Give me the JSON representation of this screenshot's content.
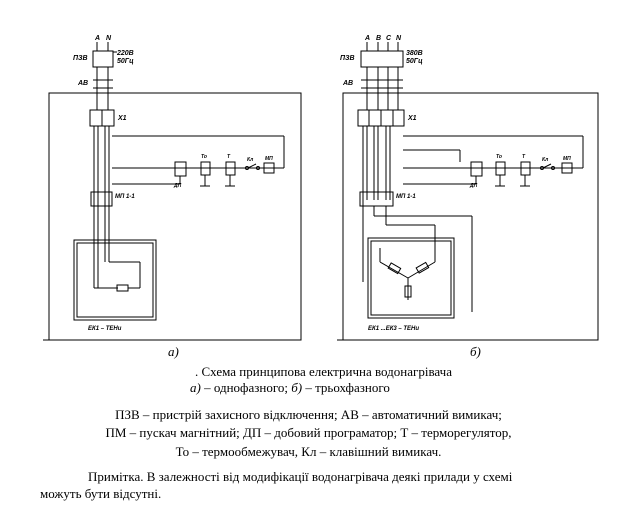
{
  "diagram_a": {
    "pzv_label": "ПЗВ",
    "av_label": "АВ",
    "phase_a": "А",
    "neutral": "N",
    "voltage": "220В",
    "freq": "50Гц",
    "x1": "Х1",
    "contactor": "МП 1-1",
    "dp": "ДП",
    "to": "То",
    "t": "Т",
    "kl": "Кл",
    "mp": "МП",
    "heater": "ЕК1 – ТЕНи",
    "fig": "а)"
  },
  "diagram_b": {
    "pzv_label": "ПЗВ",
    "av_label": "АВ",
    "phase_a": "А",
    "phase_b": "В",
    "phase_c": "С",
    "neutral": "N",
    "voltage": "380В",
    "freq": "50Гц",
    "x1": "Х1",
    "contactor": "МП 1-1",
    "dp": "ДП",
    "to": "То",
    "t": "Т",
    "kl": "Кл",
    "mp": "МП",
    "heater": "ЕК1 ...ЕК3 – ТЕНи",
    "fig": "б)"
  },
  "caption": {
    "title": ". Схема принципова електрична водонагрівача",
    "sub_a_label": "а)",
    "sub_a_text": " – однофазного; ",
    "sub_b_label": "б)",
    "sub_b_text": " – трьохфазного"
  },
  "legend": {
    "line1": "ПЗВ – пристрій захисного відключення; АВ – автоматичний вимикач;",
    "line2": "ПМ – пускач магнітний; ДП – добовий програматор; Т – терморегулятор,",
    "line3": "То – термообмежувач, Кл – клавішний вимикач."
  },
  "note": {
    "line1": "Примітка. В залежності від модифікації водонагрівача деякі прилади у схемі",
    "line2": "можуть бути відсутні."
  }
}
